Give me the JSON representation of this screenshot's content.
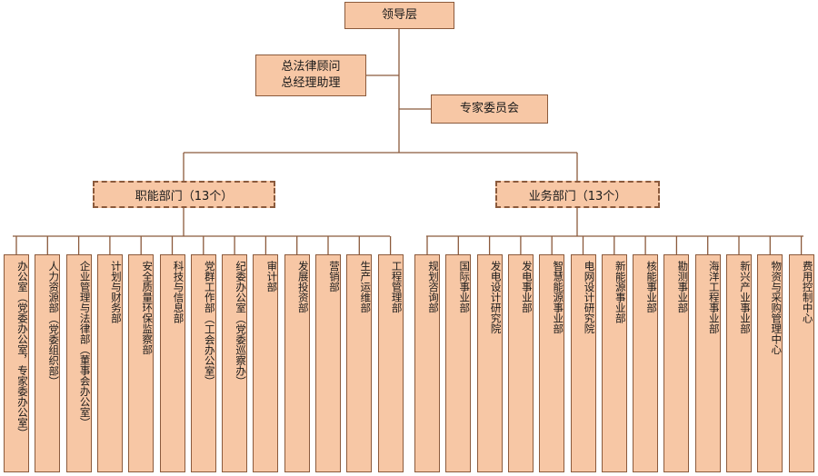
{
  "colors": {
    "box_fill": "#f7c7a5",
    "box_border": "#8b5a3c",
    "line": "#8b5a3c"
  },
  "top": {
    "leadership": "领导层",
    "advisors_line1": "总法律顾问",
    "advisors_line2": "总经理助理",
    "expert_committee": "专家委员会"
  },
  "groups": [
    {
      "label": "职能部门（13个）",
      "departments": [
        [
          "办公室（党委办公室，",
          "专家委办公室）"
        ],
        [
          "人力资源部",
          "（党委组织部）"
        ],
        [
          "企业管理与法律部",
          "（董事会办公室）"
        ],
        [
          "计划与财务部"
        ],
        [
          "安全质量环保监察部"
        ],
        [
          "科技与信息部"
        ],
        [
          "党群工作部",
          "（工会办公室）"
        ],
        [
          "纪委办公室",
          "（党委巡察办）"
        ],
        [
          "审计部"
        ],
        [
          "发展投资部"
        ],
        [
          "营销部"
        ],
        [
          "生产运维部"
        ],
        [
          "工程管理部"
        ]
      ]
    },
    {
      "label": "业务部门（13个）",
      "departments": [
        [
          "规划咨询部"
        ],
        [
          "国际事业部"
        ],
        [
          "发电设计研究院"
        ],
        [
          "发电事业部"
        ],
        [
          "智慧能源事业部"
        ],
        [
          "电网设计研究院"
        ],
        [
          "新能源事业部"
        ],
        [
          "核能事业部"
        ],
        [
          "勘测事业部"
        ],
        [
          "海洋工程事业部"
        ],
        [
          "新兴产业事业部"
        ],
        [
          "物资与采购管理中心"
        ],
        [
          "费用控制中心"
        ]
      ]
    }
  ]
}
